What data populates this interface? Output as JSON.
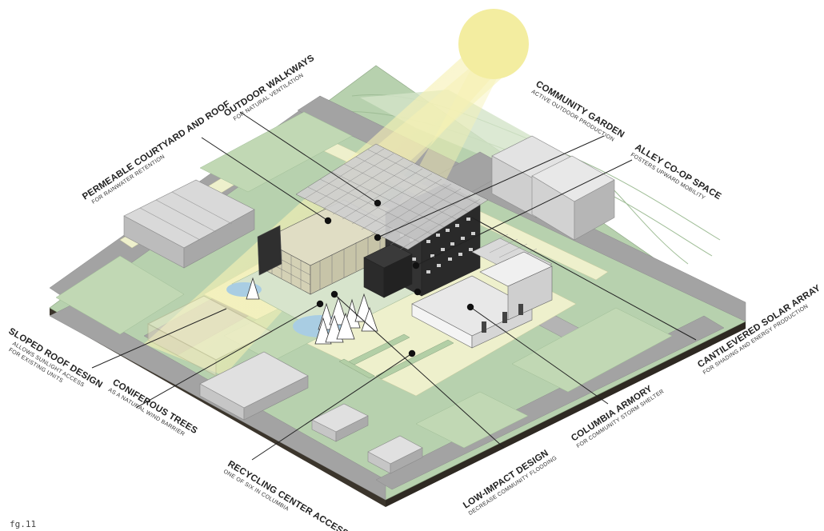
{
  "annotations": [
    {
      "key": "permeable",
      "title": "PERMEABLE COURTYARD AND ROOF",
      "subtitle": "FOR RAINWATER RETENTION"
    },
    {
      "key": "walkways",
      "title": "OUTDOOR WALKWAYS",
      "subtitle": "FOR NATURAL VENTILATION"
    },
    {
      "key": "garden",
      "title": "COMMUNITY GARDEN",
      "subtitle": "ACTIVE OUTDOOR PRODUCTION"
    },
    {
      "key": "alley",
      "title": "ALLEY CO-OP SPACE",
      "subtitle": "FOSTERS UPWARD MOBILITY"
    },
    {
      "key": "solar",
      "title": "CANTILEVERED SOLAR ARRAY",
      "subtitle": "FOR SHADING AND ENERGY PRODUCTION"
    },
    {
      "key": "armory",
      "title": "COLUMBIA ARMORY",
      "subtitle": "FOR COMMUNITY STORM SHELTER"
    },
    {
      "key": "lowimpact",
      "title": "LOW-IMPACT DESIGN",
      "subtitle": "DECREASE COMMUNITY FLOODING"
    },
    {
      "key": "recycling",
      "title": "RECYCLING CENTER ACCESS",
      "subtitle": "ONE OF SIX IN COLUMBIA"
    },
    {
      "key": "trees",
      "title": "CONIFEROUS TREES",
      "subtitle": "AS A NATURAL WIND BARRIER"
    },
    {
      "key": "sloped",
      "title": "SLOPED ROOF DESIGN",
      "subtitle_lines": [
        "ALLOWS SUNLIGHT ACCESS",
        "FOR EXISTING UNITS"
      ]
    }
  ],
  "figure_label": "fg.11",
  "colors": {
    "grass": "#b9d3b0",
    "grass_light": "#cfe0c5",
    "road": "#9a9a9a",
    "sidewalk": "#eef0c8",
    "earth": "#3b352c",
    "sun": "#f3eda0",
    "building_dark": "#3a3a3a",
    "building_grey": "#cfcfcf",
    "water": "#a9cde3"
  }
}
